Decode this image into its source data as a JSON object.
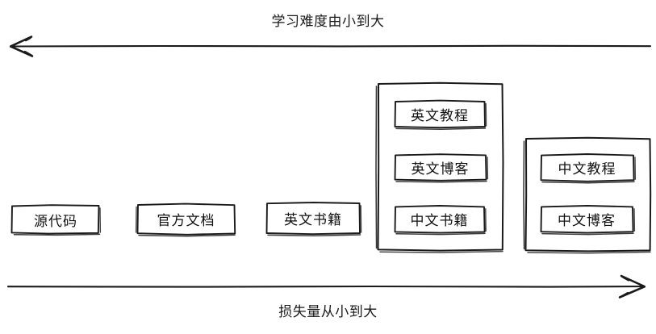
{
  "diagram": {
    "title_top": "学习难度由小到大",
    "title_bottom": "损失量从小到大",
    "stroke_color": "#1a1a1a",
    "fill_color": "#ffffff",
    "axes": [
      {
        "name": "top-axis",
        "label": "学习难度由小到大",
        "direction": "left",
        "arrow_end": "left"
      },
      {
        "name": "bottom-axis",
        "label": "损失量从小到大",
        "direction": "right",
        "arrow_end": "right"
      }
    ],
    "nodes": [
      {
        "id": "n1",
        "label": "源代码"
      },
      {
        "id": "n2",
        "label": "官方文档"
      },
      {
        "id": "n3",
        "label": "英文书籍"
      },
      {
        "id": "n4",
        "label": "英文教程"
      },
      {
        "id": "n5",
        "label": "英文博客"
      },
      {
        "id": "n6",
        "label": "中文书籍"
      },
      {
        "id": "n7",
        "label": "中文教程"
      },
      {
        "id": "n8",
        "label": "中文博客"
      }
    ],
    "groups": [
      {
        "id": "g1",
        "members": [
          "n4",
          "n5",
          "n6"
        ]
      },
      {
        "id": "g2",
        "members": [
          "n7",
          "n8"
        ]
      }
    ]
  }
}
